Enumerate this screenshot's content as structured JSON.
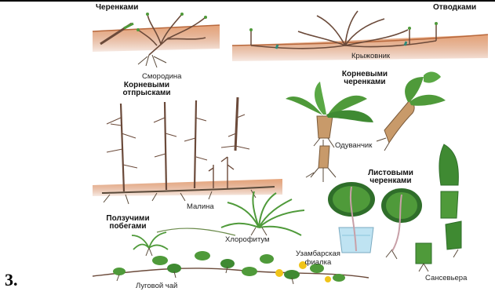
{
  "item_number": "3.",
  "headers": {
    "cuttings": "Черенками",
    "layering": "Отводками",
    "root_suckers_1": "Корневыми",
    "root_suckers_2": "отпрысками",
    "root_cuttings_1": "Корневыми",
    "root_cuttings_2": "черенками",
    "leaf_cuttings_1": "Листовыми",
    "leaf_cuttings_2": "черенками",
    "runners_1": "Ползучими",
    "runners_2": "побегами"
  },
  "plants": {
    "currant": "Смородина",
    "gooseberry": "Крыжовник",
    "dandelion": "Одуванчик",
    "raspberry": "Малина",
    "chlorophytum": "Хлорофитум",
    "violet_1": "Узамбарская",
    "violet_2": "фиалка",
    "meadow_tea": "Луговой чай",
    "sansevieria": "Сансевьера"
  },
  "colors": {
    "soil": "#d9895a",
    "stem": "#6b4a3a",
    "leaf": "#4f9a3a",
    "leaf_dark": "#2f6e2a",
    "root": "#5a4a3a",
    "water": "#bfe3f2",
    "flower": "#f0c419"
  }
}
